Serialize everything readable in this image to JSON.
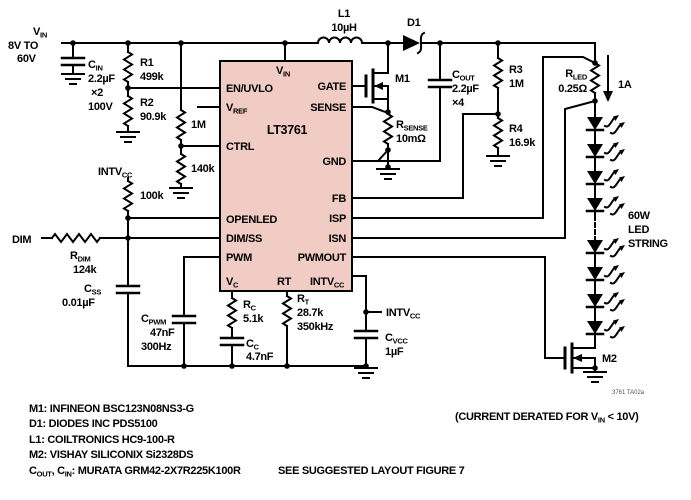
{
  "ic": {
    "name": "LT3761",
    "pins": {
      "vin": {
        "main": "V",
        "sub": "IN"
      },
      "en_uvlo": "EN/UVLO",
      "vref": {
        "main": "V",
        "sub": "REF"
      },
      "ctrl": "CTRL",
      "openled": "OPENLED",
      "dim_ss": "DIM/SS",
      "pwm": "PWM",
      "vc": {
        "main": "V",
        "sub": "C"
      },
      "rt": "RT",
      "gate": "GATE",
      "sense": "SENSE",
      "gnd": "GND",
      "fb": "FB",
      "isp": "ISP",
      "isn": "ISN",
      "pwmout": "PWMOUT",
      "intvcc": {
        "main": "INTV",
        "sub": "CC"
      }
    }
  },
  "input": {
    "vin_main": "V",
    "vin_sub": "IN",
    "range1": "8V TO",
    "range2": "60V"
  },
  "components": {
    "cin": {
      "ref_main": "C",
      "ref_sub": "IN",
      "value": "2.2µF",
      "qty": "×2",
      "rating": "100V"
    },
    "r1": {
      "ref": "R1",
      "value": "499k"
    },
    "r2": {
      "ref": "R2",
      "value": "90.9k"
    },
    "r_div_top": {
      "value": "1M"
    },
    "r_div_bot": {
      "value": "140k"
    },
    "intvcc_left": {
      "main": "INTV",
      "sub": "CC"
    },
    "r_pullup": {
      "value": "100k"
    },
    "dim": {
      "label": "DIM"
    },
    "rdim": {
      "ref_main": "R",
      "ref_sub": "DIM",
      "value": "124k"
    },
    "css": {
      "ref_main": "C",
      "ref_sub": "SS",
      "value": "0.01µF"
    },
    "cpwm": {
      "ref_main": "C",
      "ref_sub": "PWM",
      "value": "47nF",
      "freq": "300Hz"
    },
    "l1": {
      "ref": "L1",
      "value": "10µH"
    },
    "d1": {
      "ref": "D1"
    },
    "m1": {
      "ref": "M1"
    },
    "rsense": {
      "ref_main": "R",
      "ref_sub": "SENSE",
      "value": "10mΩ"
    },
    "cout": {
      "ref_main": "C",
      "ref_sub": "OUT",
      "value": "2.2µF",
      "qty": "×4"
    },
    "r3": {
      "ref": "R3",
      "value": "1M"
    },
    "r4": {
      "ref": "R4",
      "value": "16.9k"
    },
    "rled": {
      "ref_main": "R",
      "ref_sub": "LED",
      "value": "0.25Ω"
    },
    "led_current": "1A",
    "led_string": {
      "line1": "60W",
      "line2": "LED",
      "line3": "STRING"
    },
    "m2": {
      "ref": "M2"
    },
    "rc": {
      "ref_main": "R",
      "ref_sub": "C",
      "value": "5.1k"
    },
    "cc": {
      "ref_main": "C",
      "ref_sub": "C",
      "value": "4.7nF"
    },
    "rt": {
      "ref_main": "R",
      "ref_sub": "T",
      "value": "28.7k",
      "freq": "350kHz"
    },
    "intvcc_right": {
      "main": "INTV",
      "sub": "CC"
    },
    "cvcc": {
      "ref_main": "C",
      "ref_sub": "VCC",
      "value": "1µF"
    }
  },
  "notes": {
    "line1": "M1: INFINEON BSC123N08NS3-G",
    "line2": "D1: DIODES INC PDS5100",
    "line3": "L1: COILTRONICS HC9-100-R",
    "line4": "M2: VISHAY SILICONIX Si2328DS",
    "line5_p1": "C",
    "line5_s1": "OUT",
    "line5_p2": ", C",
    "line5_s2": "IN",
    "line5_p3": ": MURATA GRM42-2X7R225K100R",
    "layout_note": "SEE SUGGESTED LAYOUT FIGURE 7",
    "derating_p1": "(CURRENT DERATED FOR V",
    "derating_sub": "IN",
    "derating_p2": " < 10V)",
    "doc_id": "3761 TA02a"
  },
  "colors": {
    "ic_fill": "#f1ccc4",
    "wire": "#000000",
    "background": "#ffffff"
  }
}
